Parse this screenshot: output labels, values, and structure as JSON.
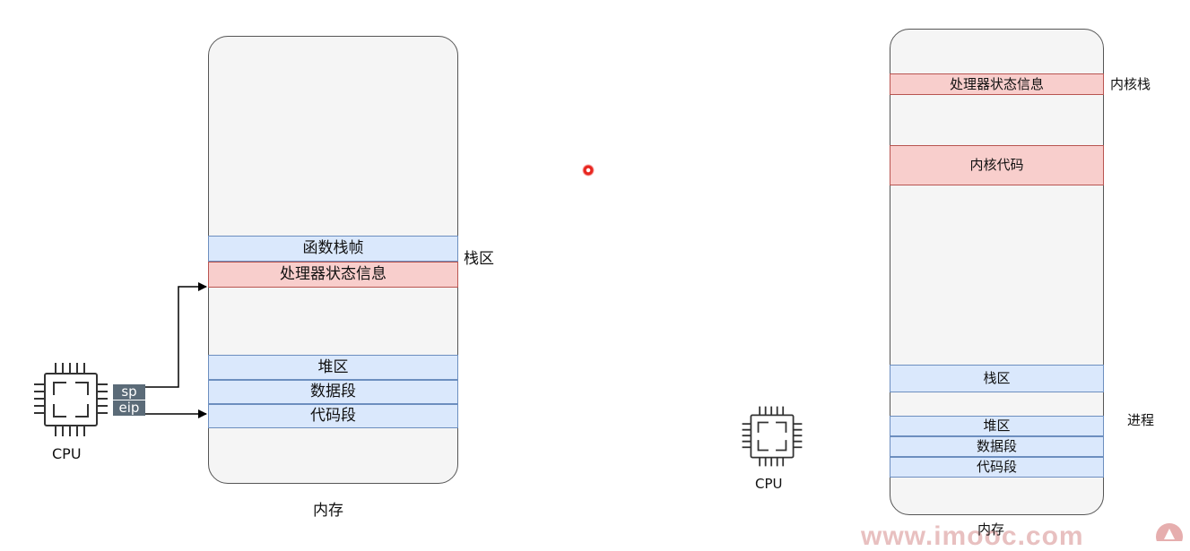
{
  "left_diagram": {
    "memory_label": "内存",
    "segments": {
      "stack_frame": "函数栈帧",
      "processor_state": "处理器状态信息",
      "heap": "堆区",
      "data_segment": "数据段",
      "code_segment": "代码段"
    },
    "stack_region_label": "栈区",
    "cpu": {
      "label": "CPU",
      "icon": "cpu-chip-icon",
      "registers": [
        "sp",
        "eip"
      ]
    }
  },
  "right_diagram": {
    "memory_label": "内存",
    "segments": {
      "processor_state": "处理器状态信息",
      "kernel_code": "内核代码",
      "stack": "栈区",
      "heap": "堆区",
      "data_segment": "数据段",
      "code_segment": "代码段"
    },
    "kernel_stack_label": "内核栈",
    "process_label": "进程",
    "cpu": {
      "label": "CPU",
      "icon": "cpu-chip-icon"
    }
  },
  "watermark": {
    "text": "www.imooc.com",
    "icon": "imooc-logo-icon"
  },
  "colors": {
    "memory_fill": "#f5f5f5",
    "blue_segment": "#dae8fc",
    "blue_border": "#6c8ebf",
    "red_segment": "#f8cecc",
    "red_border": "#b85450",
    "register_fill": "#5b6b78",
    "pointer_dot": "#e8261f"
  }
}
